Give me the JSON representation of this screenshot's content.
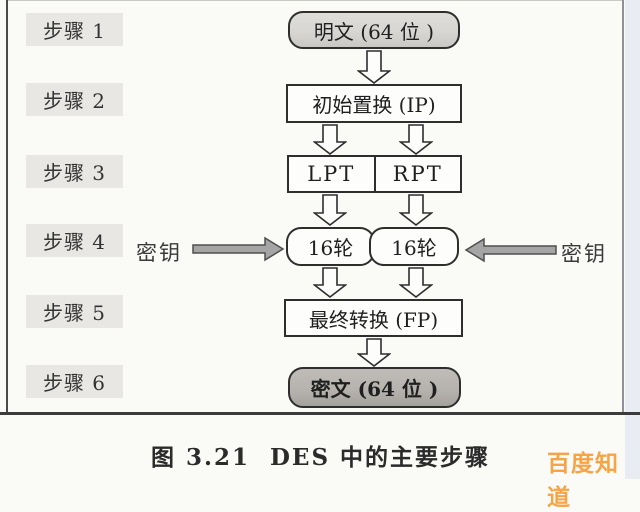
{
  "figure": {
    "steps": [
      "步骤 1",
      "步骤 2",
      "步骤 3",
      "步骤 4",
      "步骤 5",
      "步骤 6"
    ],
    "nodes": {
      "plaintext": "明文 (64 位 )",
      "initial_permutation": "初始置换 (IP)",
      "lpt": "LPT",
      "rpt": "RPT",
      "rounds_left": "16轮",
      "rounds_right": "16轮",
      "final_permutation": "最终转换 (FP)",
      "ciphertext": "密文 (64 位 )"
    },
    "key_left": "密钥",
    "key_right": "密钥"
  },
  "caption": {
    "figure_number": "图 3.21",
    "title": "DES 中的主要步骤"
  },
  "watermark": "百度知道",
  "colors": {
    "step_label_bg": "#e8e7e4",
    "plaintext_fill": "#d7d6d2",
    "ciphertext_fill": "#b6b3af",
    "key_arrow_fill": "#a5a5a5",
    "border_dark": "#2e2e2e",
    "watermark_orange": "#f59b33"
  }
}
